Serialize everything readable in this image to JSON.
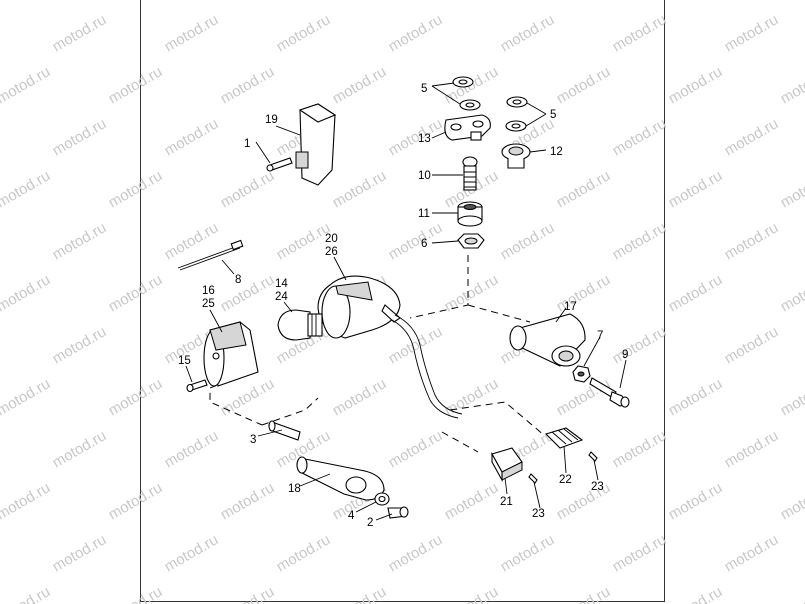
{
  "watermark": "motod.ru",
  "callouts": [
    "1",
    "19",
    "5",
    "5",
    "13",
    "12",
    "10",
    "11",
    "6",
    "20",
    "26",
    "8",
    "14",
    "24",
    "16",
    "25",
    "17",
    "7",
    "9",
    "15",
    "3",
    "18",
    "4",
    "2",
    "21",
    "22",
    "23",
    "23"
  ]
}
